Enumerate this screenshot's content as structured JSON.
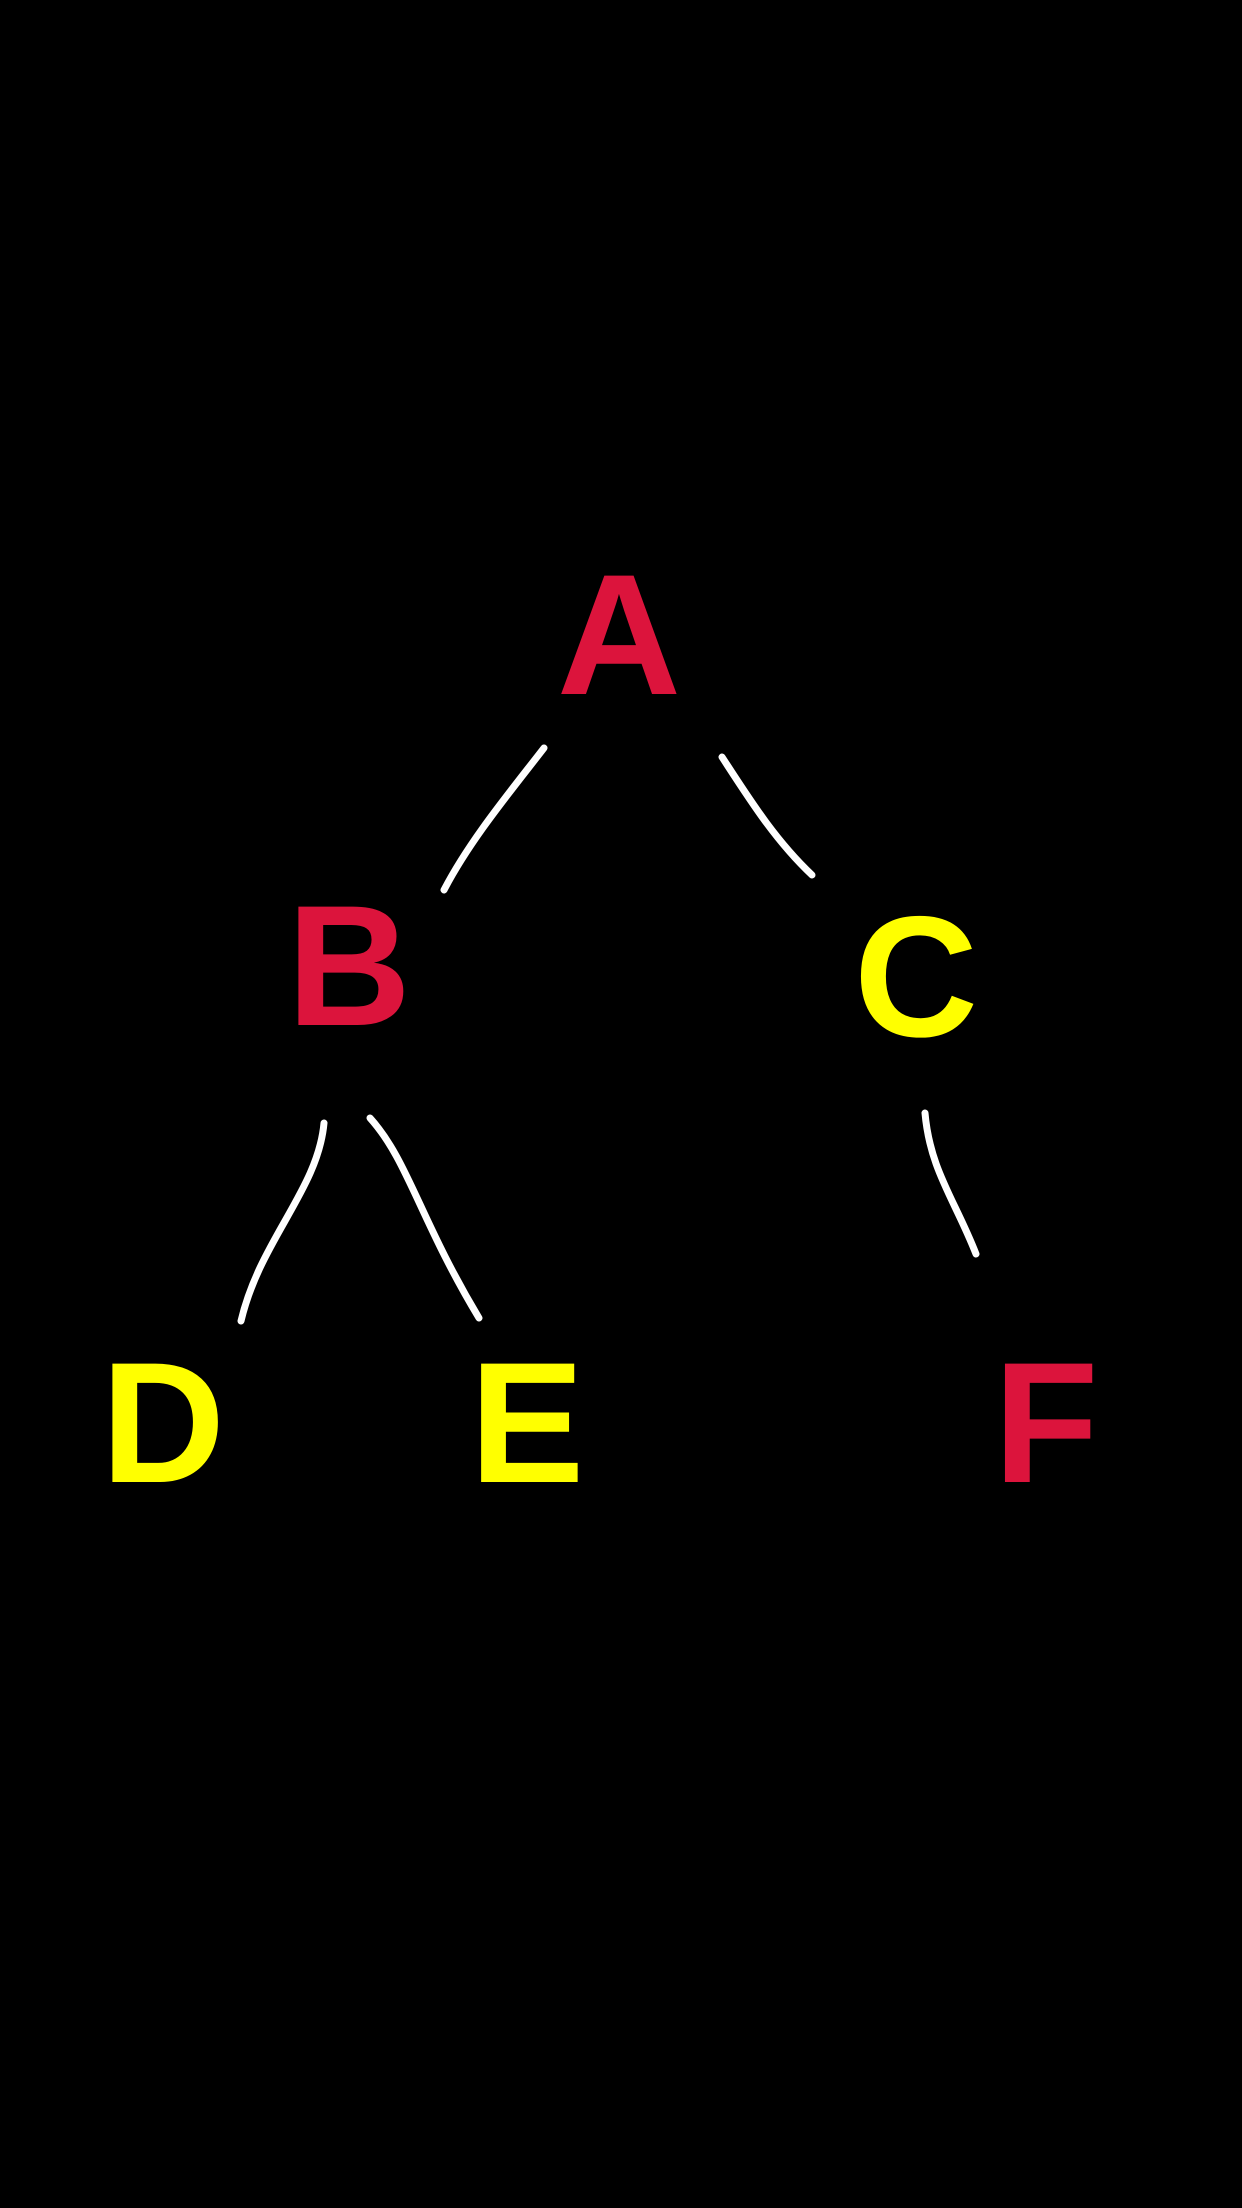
{
  "colors": {
    "background": "#000000",
    "edge": "#ffffff",
    "red": "#dc143c",
    "yellow": "#ffff00"
  },
  "tree": {
    "nodes": [
      {
        "id": "A",
        "label": "A",
        "color": "red"
      },
      {
        "id": "B",
        "label": "B",
        "color": "red"
      },
      {
        "id": "C",
        "label": "C",
        "color": "yellow"
      },
      {
        "id": "D",
        "label": "D",
        "color": "yellow"
      },
      {
        "id": "E",
        "label": "E",
        "color": "yellow"
      },
      {
        "id": "F",
        "label": "F",
        "color": "red"
      }
    ],
    "edges": [
      {
        "from": "A",
        "to": "B"
      },
      {
        "from": "A",
        "to": "C"
      },
      {
        "from": "B",
        "to": "D"
      },
      {
        "from": "B",
        "to": "E"
      },
      {
        "from": "C",
        "to": "F"
      }
    ]
  }
}
